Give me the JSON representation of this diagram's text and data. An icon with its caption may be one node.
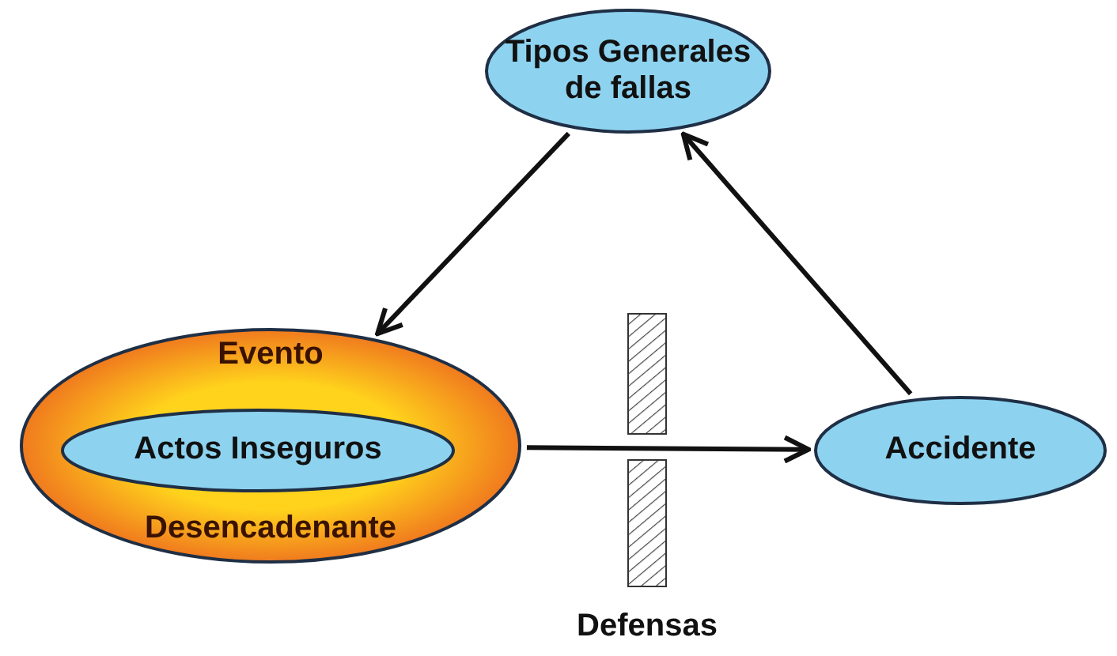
{
  "diagram": {
    "nodes": [
      {
        "text": [
          "Tipos Generales de fallas"
        ]
      },
      {
        "text": [
          "Evento",
          "Desencadenante"
        ]
      },
      {
        "text": [
          "Actos Inseguros"
        ],
        "in": 1
      },
      {
        "text": [
          "Accidente"
        ]
      }
    ],
    "edges": [
      {
        "from": 0,
        "to": 1,
        "arrow": "to"
      },
      {
        "from": 1,
        "to": 3,
        "arrow": "to"
      },
      {
        "from": 3,
        "to": 0,
        "arrow": "to"
      }
    ],
    "labels": [
      "Defensas"
    ]
  }
}
